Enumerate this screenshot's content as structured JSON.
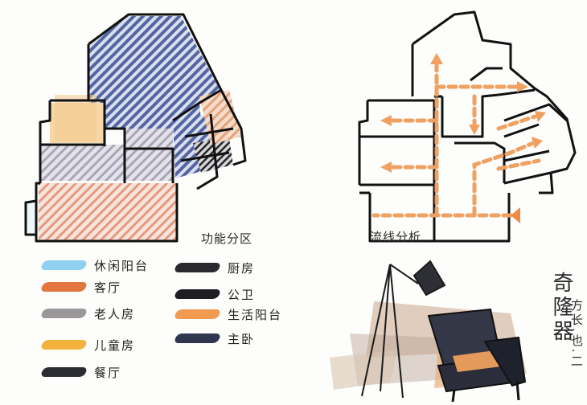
{
  "captions": {
    "function_zoning": "功能分区",
    "circulation": "流线分析"
  },
  "legend": [
    {
      "label": "休闲阳台",
      "color": "#8fd0ee"
    },
    {
      "label": "客厅",
      "color": "#e2763f"
    },
    {
      "label": "老人房",
      "color": "#9a969a"
    },
    {
      "label": "儿童房",
      "color": "#f3b13e"
    },
    {
      "label": "餐厅",
      "color": "#2c2d33"
    },
    {
      "label": "厨房",
      "color": "#2a2a2e"
    },
    {
      "label": "公卫",
      "color": "#1e1e22"
    },
    {
      "label": "生活阳台",
      "color": "#f09a52"
    },
    {
      "label": "主卧",
      "color": "#2f3750"
    }
  ],
  "sketch": {
    "brand": "奇隆器",
    "signature": "方长.也.二"
  },
  "colors": {
    "line": "#111111",
    "arrow": "#f0a060",
    "master_bedroom": "#4a5a8c",
    "living_room": "#e89878",
    "elder_room": "#a8a4b0",
    "child_room": "#f4c27a",
    "balcony": "#e7a980"
  }
}
